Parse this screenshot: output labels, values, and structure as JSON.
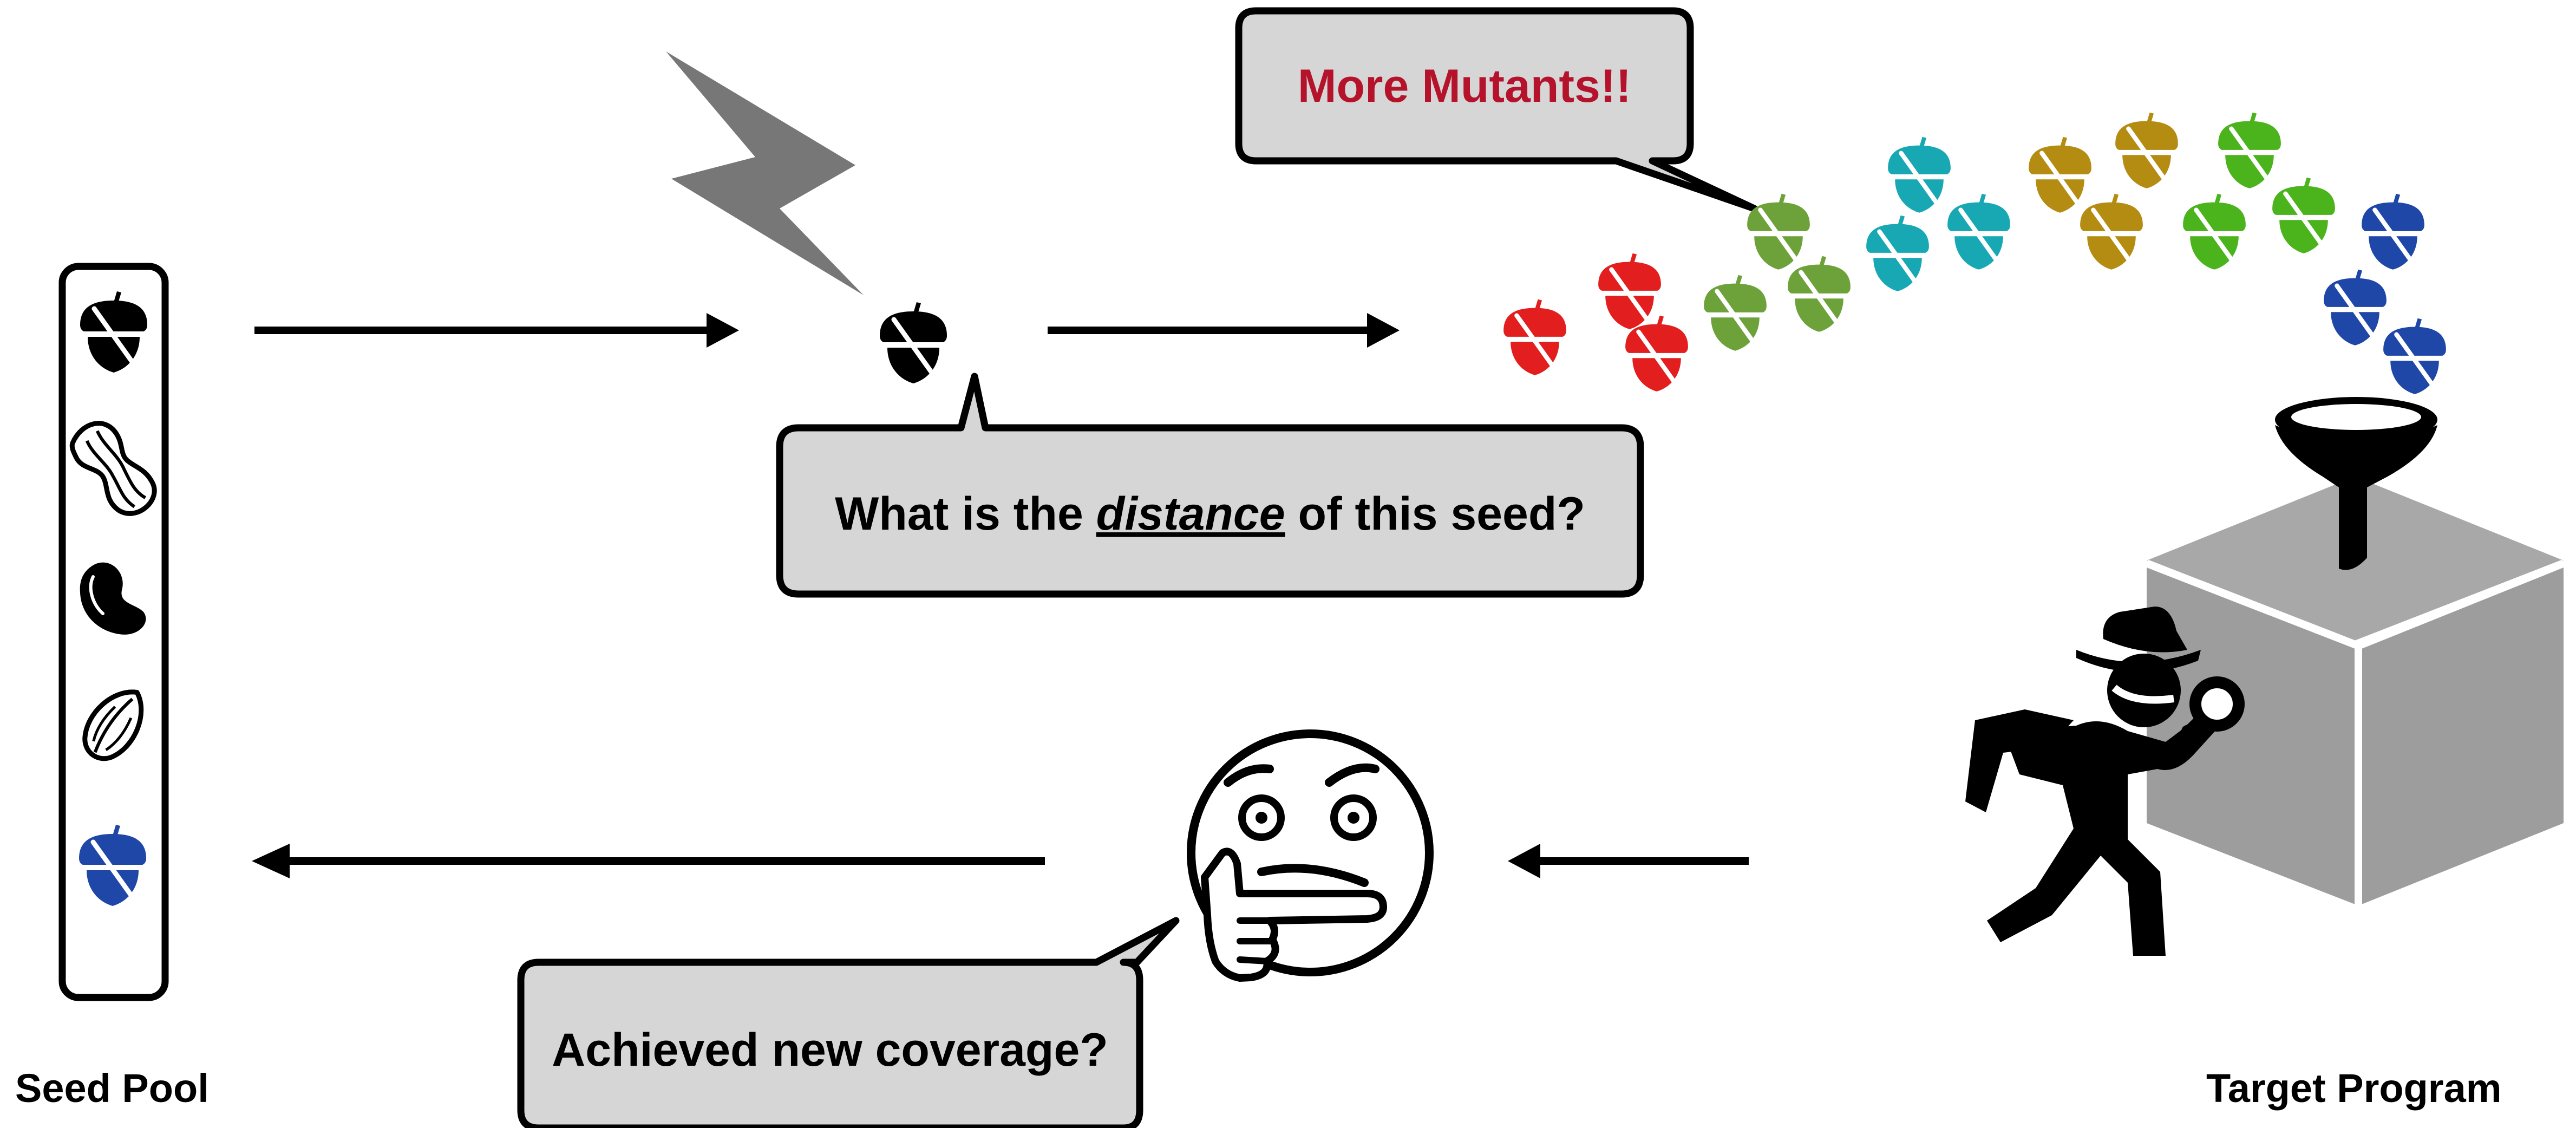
{
  "labels": {
    "seed_pool": "Seed Pool",
    "target_program": "Target Program"
  },
  "bubbles": {
    "mutants": "More Mutants!!",
    "distance_prefix": "What is the ",
    "distance_emphasis": "distance",
    "distance_suffix": " of this seed?",
    "coverage": "Achieved new coverage?"
  },
  "seed_pool": {
    "items": [
      "acorn-icon",
      "peanut-icon",
      "bean-icon",
      "almond-icon",
      "acorn-icon"
    ],
    "highlight_color": "#1f47a8"
  },
  "mutant_colors": [
    "#e31e1e",
    "#6da23b",
    "#17a8b4",
    "#b48c11",
    "#4bb31c",
    "#1f47a8"
  ],
  "colors": {
    "bubble_fill": "#d6d6d6",
    "mutants_text": "#b5122b",
    "box_gray": "#9d9d9d",
    "bolt_gray": "#777777"
  },
  "icons": {
    "bolt": "lightning-bolt-icon",
    "thinking": "thinking-face-icon",
    "detective": "detective-icon",
    "funnel": "funnel-icon",
    "box": "box-icon"
  }
}
